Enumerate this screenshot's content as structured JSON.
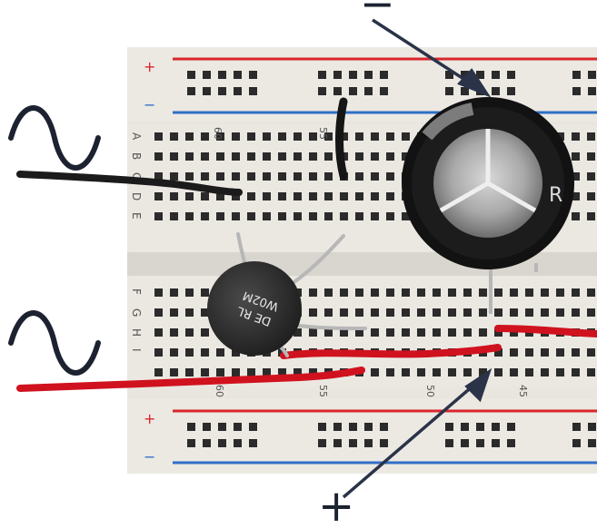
{
  "annotations": {
    "minus_sign": "−",
    "plus_sign": "+"
  },
  "breadboard": {
    "rail_plus": "+",
    "rail_minus": "−",
    "row_letters_top": [
      "A",
      "B",
      "C",
      "D",
      "E"
    ],
    "row_letters_bottom": [
      "F",
      "G",
      "H",
      "I"
    ],
    "column_numbers_top": [
      "60",
      "55"
    ],
    "column_numbers_bottom": [
      "60",
      "55",
      "50",
      "45"
    ]
  },
  "components": {
    "bridge_rectifier": {
      "marking_line1": "DE RL",
      "marking_line2": "W02M"
    },
    "capacitor": {
      "marking": "R"
    }
  },
  "colors": {
    "board": "#ece8e1",
    "rail_red": "#d9262e",
    "rail_blue": "#2f6fc6",
    "wire_red": "#d0121f",
    "wire_black": "#1b1b1b",
    "arrow": "#2a3348"
  }
}
